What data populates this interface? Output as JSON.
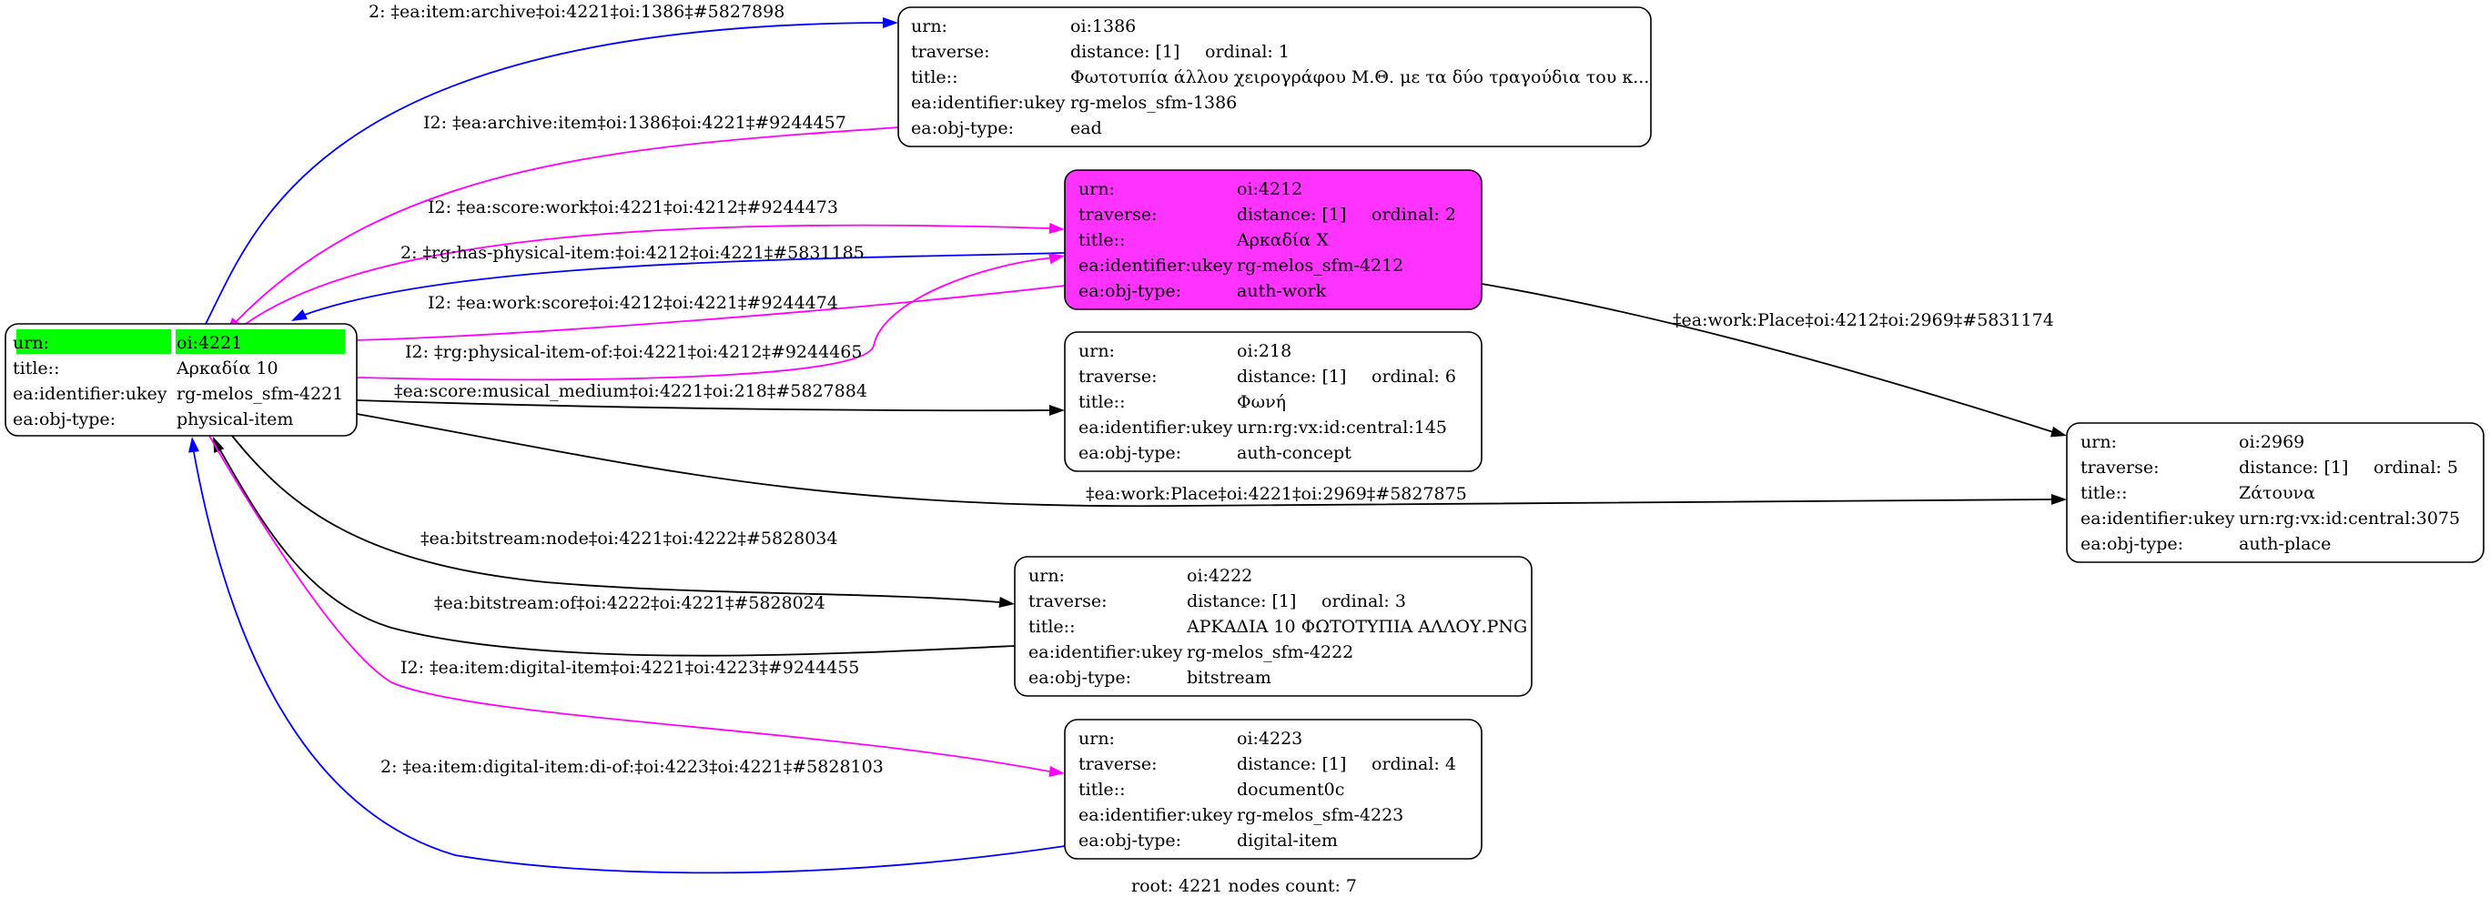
{
  "colors": {
    "blue": "#0000ff",
    "magenta": "#ff00ff",
    "black": "#000000",
    "root_cell": "#00ff00",
    "current_node": "#ff33ff"
  },
  "field_labels": {
    "urn": "urn:",
    "traverse": "traverse:",
    "title": "title::",
    "identifier": "ea:identifier:ukey",
    "obj_type": "ea:obj-type:"
  },
  "nodes": [
    {
      "id": "n4221",
      "urn": "oi:4221",
      "title": "Αρκαδία 10",
      "identifier": "rg-melos_sfm-4221",
      "obj_type": "physical-item",
      "root": true
    },
    {
      "id": "n1386",
      "urn": "oi:1386",
      "distance": "distance: [1]",
      "ordinal": "ordinal: 1",
      "title": "Φωτοτυπία άλλου χειρογράφου Μ.Θ. με τα δύο τραγούδια του κ...",
      "identifier": "rg-melos_sfm-1386",
      "obj_type": "ead"
    },
    {
      "id": "n4212",
      "urn": "oi:4212",
      "distance": "distance: [1]",
      "ordinal": "ordinal: 2",
      "title": "Αρκαδία Χ",
      "identifier": "rg-melos_sfm-4212",
      "obj_type": "auth-work",
      "highlight": true
    },
    {
      "id": "n218",
      "urn": "oi:218",
      "distance": "distance: [1]",
      "ordinal": "ordinal: 6",
      "title": "Φωνή",
      "identifier": "urn:rg:vx:id:central:145",
      "obj_type": "auth-concept"
    },
    {
      "id": "n4222",
      "urn": "oi:4222",
      "distance": "distance: [1]",
      "ordinal": "ordinal: 3",
      "title": "ΑΡΚΑΔΙΑ 10 ΦΩΤΟΤΥΠΙΑ ΑΛΛΟΥ.PNG",
      "identifier": "rg-melos_sfm-4222",
      "obj_type": "bitstream"
    },
    {
      "id": "n4223",
      "urn": "oi:4223",
      "distance": "distance: [1]",
      "ordinal": "ordinal: 4",
      "title": "document0c",
      "identifier": "rg-melos_sfm-4223",
      "obj_type": "digital-item"
    },
    {
      "id": "n2969",
      "urn": "oi:2969",
      "distance": "distance: [1]",
      "ordinal": "ordinal: 5",
      "title": "Ζάτουνα",
      "identifier": "urn:rg:vx:id:central:3075",
      "obj_type": "auth-place"
    }
  ],
  "edges": [
    {
      "label": "2: ‡ea:item:archive‡oi:4221‡oi:1386‡#5827898",
      "color": "blue"
    },
    {
      "label": "I2: ‡ea:archive:item‡oi:1386‡oi:4221‡#9244457",
      "color": "magenta"
    },
    {
      "label": "I2: ‡ea:score:work‡oi:4221‡oi:4212‡#9244473",
      "color": "magenta"
    },
    {
      "label": "2: ‡rg:has-physical-item:‡oi:4212‡oi:4221‡#5831185",
      "color": "blue"
    },
    {
      "label": "I2: ‡ea:work:score‡oi:4212‡oi:4221‡#9244474",
      "color": "magenta"
    },
    {
      "label": "I2: ‡rg:physical-item-of:‡oi:4221‡oi:4212‡#9244465",
      "color": "magenta"
    },
    {
      "label": "‡ea:score:musical_medium‡oi:4221‡oi:218‡#5827884",
      "color": "black"
    },
    {
      "label": "‡ea:work:Place‡oi:4212‡oi:2969‡#5831174",
      "color": "black"
    },
    {
      "label": "‡ea:work:Place‡oi:4221‡oi:2969‡#5827875",
      "color": "black"
    },
    {
      "label": "‡ea:bitstream:node‡oi:4221‡oi:4222‡#5828034",
      "color": "black"
    },
    {
      "label": "‡ea:bitstream:of‡oi:4222‡oi:4221‡#5828024",
      "color": "black"
    },
    {
      "label": "I2: ‡ea:item:digital-item‡oi:4221‡oi:4223‡#9244455",
      "color": "magenta"
    },
    {
      "label": "2: ‡ea:item:digital-item:di-of:‡oi:4223‡oi:4221‡#5828103",
      "color": "blue"
    }
  ],
  "footer": "root: 4221 nodes count: 7"
}
